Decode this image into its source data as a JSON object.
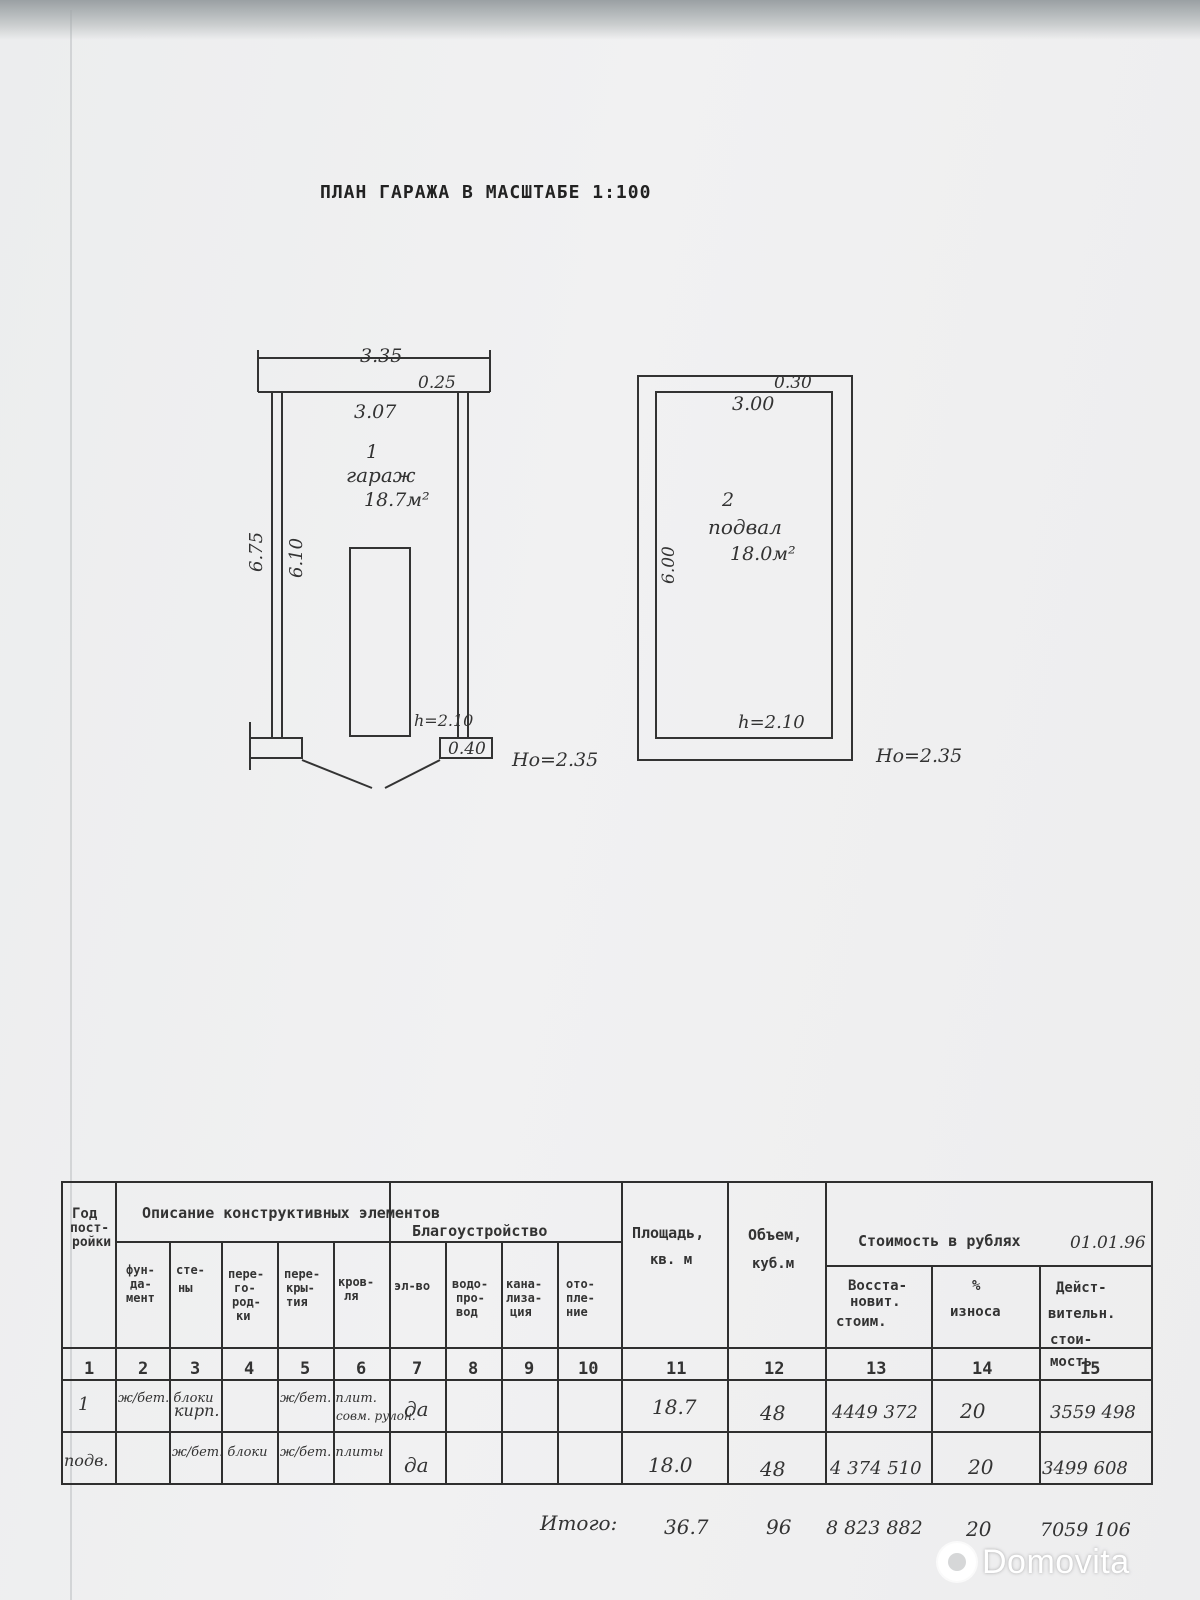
{
  "title": "ПЛАН ГАРАЖА В МАСШТАБЕ  1:100",
  "garage": {
    "outer_width": "3.35",
    "wall_top": "0.25",
    "inner_width": "3.07",
    "number": "1",
    "name": "гараж",
    "area": "18.7м²",
    "outer_length": "6.75",
    "inner_length": "6.10",
    "height": "h=2.10",
    "pier": "0.40",
    "outer_height": "Ho=2.35"
  },
  "basement": {
    "wall_top": "0.30",
    "inner_width": "3.00",
    "number": "2",
    "name": "подвал",
    "area": "18.0м²",
    "inner_length": "6.00",
    "height": "h=2.10",
    "outer_height": "Ho=2.35"
  },
  "table": {
    "headers": {
      "year": "Год пост-ройки",
      "description": "Описание конструктивных элементов",
      "improvements": "Благоустройство",
      "area": "Площадь, кв. м",
      "volume": "Объем, куб.м",
      "cost": "Стоимость в рублях",
      "cost_date": "01.01.96",
      "foundation": "фун-да-мент",
      "walls": "сте-ны",
      "partitions": "пере-го-род-ки",
      "ceilings": "пере-кры-тия",
      "roof": "кров-ля",
      "electricity": "эл-во",
      "water": "водо-про-вод",
      "sewer": "кана-лиза-ция",
      "heating": "ото-пле-ние",
      "restoration": "Восста-новит. стоим.",
      "wear": "% износа",
      "actual": "Дейст-вительн. стои-мость"
    },
    "column_numbers": [
      "1",
      "2",
      "3",
      "4",
      "5",
      "6",
      "7",
      "8",
      "9",
      "10",
      "11",
      "12",
      "13",
      "14",
      "15"
    ],
    "rows": [
      {
        "label": "1",
        "foundation": "ж/бет. блоки",
        "walls": "кирп.",
        "partitions": "",
        "ceilings": "ж/бет. плит.",
        "roof": "совм. рулон.",
        "electricity": "да",
        "water": "",
        "sewer": "",
        "heating": "",
        "area": "18.7",
        "volume": "48",
        "restoration": "4449 372",
        "wear": "20",
        "actual": "3559 498"
      },
      {
        "label": "подв.",
        "foundation": "",
        "walls": "ж/бет. блоки",
        "partitions": "",
        "ceilings": "ж/бет. плиты",
        "roof": "",
        "electricity": "да",
        "water": "",
        "sewer": "",
        "heating": "",
        "area": "18.0",
        "volume": "48",
        "restoration": "4 374 510",
        "wear": "20",
        "actual": "3499 608"
      }
    ],
    "total": {
      "label": "Итого:",
      "area": "36.7",
      "volume": "96",
      "restoration": "8 823 882",
      "wear": "20",
      "actual": "7059 106"
    }
  },
  "watermark": "Domovita"
}
